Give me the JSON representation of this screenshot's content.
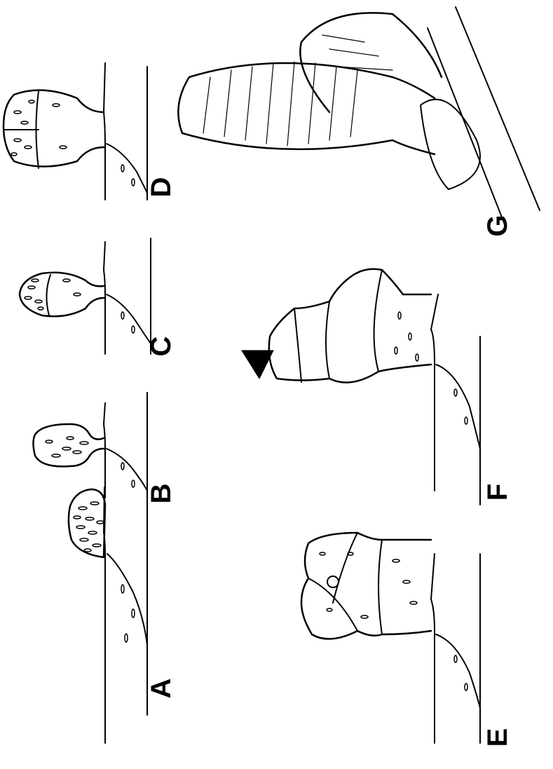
{
  "figure": {
    "panels": [
      {
        "id": "A",
        "label": "A"
      },
      {
        "id": "B",
        "label": "B"
      },
      {
        "id": "C",
        "label": "C"
      },
      {
        "id": "D",
        "label": "D"
      },
      {
        "id": "E",
        "label": "E"
      },
      {
        "id": "F",
        "label": "F"
      },
      {
        "id": "G",
        "label": "G"
      }
    ],
    "colors": {
      "ink": "#000000",
      "background": "#ffffff"
    },
    "annotations": [
      {
        "type": "arrowhead",
        "panel": "F"
      }
    ]
  }
}
